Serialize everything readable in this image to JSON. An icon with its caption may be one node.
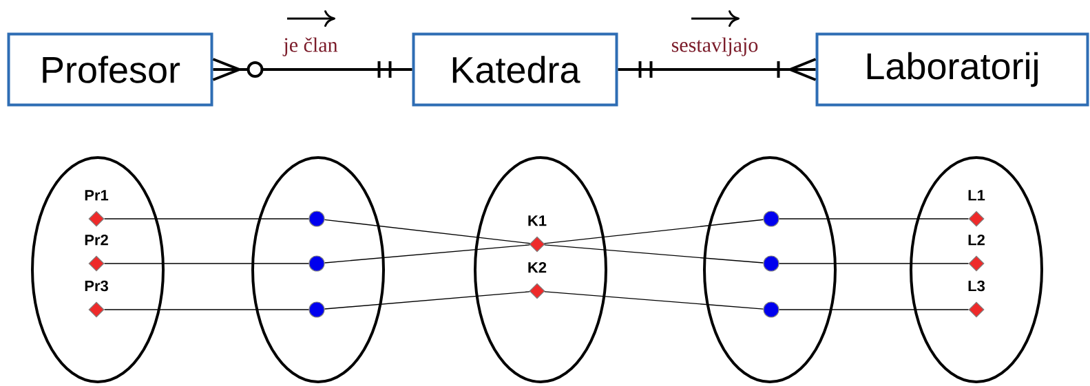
{
  "diagram": {
    "nodes": [
      {
        "text": [
          "Profesor"
        ]
      },
      {
        "text": [
          "Katedra"
        ]
      },
      {
        "text": [
          "Laboratorij"
        ]
      },
      {
        "text": [],
        "shape": "ellipse"
      },
      {
        "text": [
          "Pr1"
        ],
        "in": 3
      },
      {
        "text": [
          "Pr2"
        ],
        "in": 3
      },
      {
        "text": [
          "Pr3"
        ],
        "in": 3
      },
      {
        "text": [],
        "shape": "ellipse"
      },
      {
        "text": [],
        "shape": "circle",
        "in": 7
      },
      {
        "text": [],
        "shape": "circle",
        "in": 7
      },
      {
        "text": [],
        "shape": "circle",
        "in": 7
      },
      {
        "text": [],
        "shape": "ellipse"
      },
      {
        "text": [
          "K1"
        ],
        "in": 11
      },
      {
        "text": [
          "K2"
        ],
        "in": 11
      },
      {
        "text": [],
        "shape": "ellipse"
      },
      {
        "text": [],
        "shape": "circle",
        "in": 14
      },
      {
        "text": [],
        "shape": "circle",
        "in": 14
      },
      {
        "text": [],
        "shape": "circle",
        "in": 14
      },
      {
        "text": [],
        "shape": "ellipse"
      },
      {
        "text": [
          "L1"
        ],
        "in": 18
      },
      {
        "text": [
          "L2"
        ],
        "in": 18
      },
      {
        "text": [
          "L3"
        ],
        "in": 18
      }
    ],
    "edges": [
      {
        "from": 0,
        "to": 1,
        "arrow": "other",
        "label": "je član",
        "style": "thick"
      },
      {
        "from": 1,
        "to": 2,
        "arrow": "other",
        "label": "sestavljajo",
        "style": "thick"
      },
      {
        "from": 4,
        "to": 8,
        "arrow": "none"
      },
      {
        "from": 5,
        "to": 9,
        "arrow": "none"
      },
      {
        "from": 6,
        "to": 10,
        "arrow": "none"
      },
      {
        "from": 8,
        "to": 12,
        "arrow": "none"
      },
      {
        "from": 9,
        "to": 12,
        "arrow": "none"
      },
      {
        "from": 10,
        "to": 13,
        "arrow": "none"
      },
      {
        "from": 12,
        "to": 16,
        "arrow": "none"
      },
      {
        "from": 12,
        "to": 15,
        "arrow": "none"
      },
      {
        "from": 13,
        "to": 17,
        "arrow": "none"
      },
      {
        "from": 15,
        "to": 19,
        "arrow": "none"
      },
      {
        "from": 16,
        "to": 20,
        "arrow": "none"
      },
      {
        "from": 17,
        "to": 21,
        "arrow": "none"
      }
    ]
  }
}
